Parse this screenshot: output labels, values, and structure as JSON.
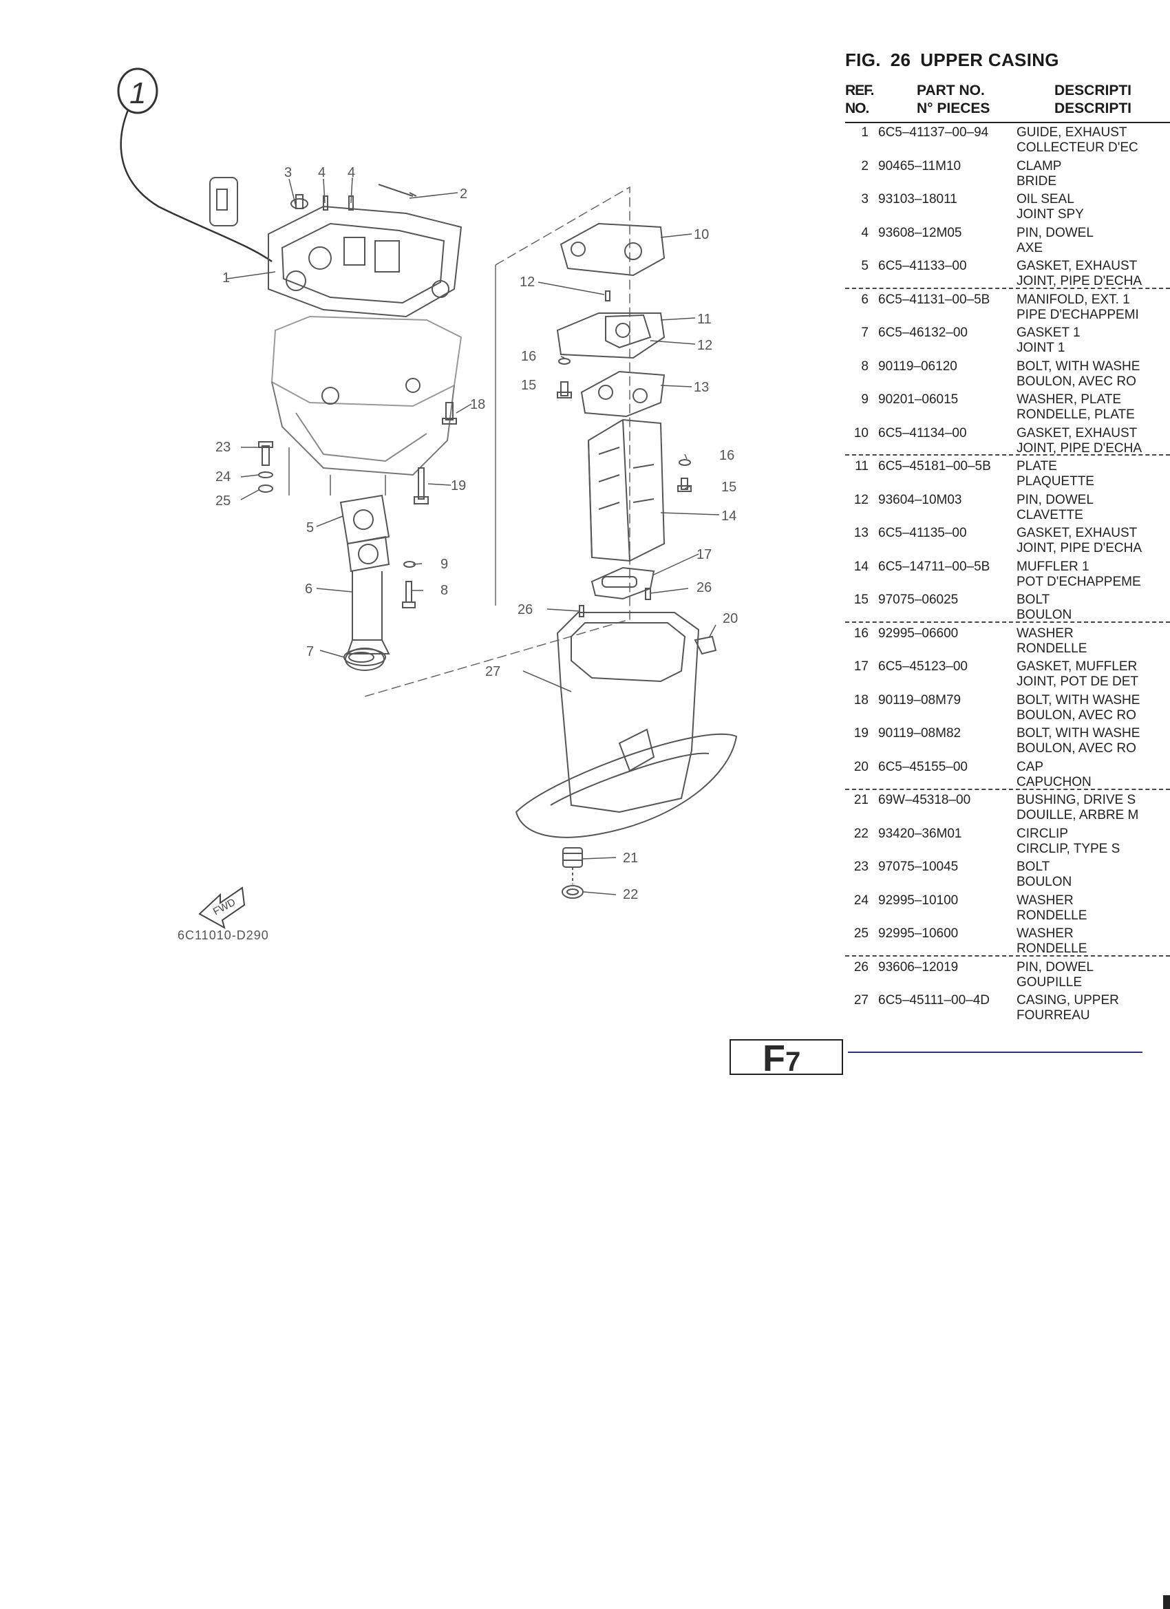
{
  "figure": {
    "fig_label": "FIG.",
    "fig_number": "26",
    "title": "UPPER CASING"
  },
  "headers": {
    "ref_line1": "REF.",
    "ref_line2": "NO.",
    "part_line1": "PART NO.",
    "part_line2": "N° PIECES",
    "desc_line1": "DESCRIPTI",
    "desc_line2": "DESCRIPTI"
  },
  "rows": [
    {
      "ref": "1",
      "part": "6C5–41137–00–94",
      "desc_en": "GUIDE, EXHAUST",
      "desc_fr": "COLLECTEUR D'EC"
    },
    {
      "ref": "2",
      "part": "90465–11M10",
      "desc_en": "CLAMP",
      "desc_fr": "BRIDE"
    },
    {
      "ref": "3",
      "part": "93103–18011",
      "desc_en": "OIL SEAL",
      "desc_fr": "JOINT SPY"
    },
    {
      "ref": "4",
      "part": "93608–12M05",
      "desc_en": "PIN, DOWEL",
      "desc_fr": "AXE"
    },
    {
      "ref": "5",
      "part": "6C5–41133–00",
      "desc_en": "GASKET, EXHAUST",
      "desc_fr": "JOINT, PIPE D'ECHA"
    },
    {
      "ref": "6",
      "part": "6C5–41131–00–5B",
      "desc_en": "MANIFOLD, EXT. 1",
      "desc_fr": "PIPE D'ECHAPPEMI"
    },
    {
      "ref": "7",
      "part": "6C5–46132–00",
      "desc_en": "GASKET 1",
      "desc_fr": "JOINT 1"
    },
    {
      "ref": "8",
      "part": "90119–06120",
      "desc_en": "BOLT, WITH WASHE",
      "desc_fr": "BOULON, AVEC RO"
    },
    {
      "ref": "9",
      "part": "90201–06015",
      "desc_en": "WASHER, PLATE",
      "desc_fr": "RONDELLE, PLATE"
    },
    {
      "ref": "10",
      "part": "6C5–41134–00",
      "desc_en": "GASKET, EXHAUST",
      "desc_fr": "JOINT, PIPE D'ECHA"
    },
    {
      "ref": "11",
      "part": "6C5–45181–00–5B",
      "desc_en": "PLATE",
      "desc_fr": "PLAQUETTE"
    },
    {
      "ref": "12",
      "part": "93604–10M03",
      "desc_en": "PIN, DOWEL",
      "desc_fr": "CLAVETTE"
    },
    {
      "ref": "13",
      "part": "6C5–41135–00",
      "desc_en": "GASKET, EXHAUST",
      "desc_fr": "JOINT, PIPE D'ECHA"
    },
    {
      "ref": "14",
      "part": "6C5–14711–00–5B",
      "desc_en": "MUFFLER 1",
      "desc_fr": "POT D'ECHAPPEME"
    },
    {
      "ref": "15",
      "part": "97075–06025",
      "desc_en": "BOLT",
      "desc_fr": "BOULON"
    },
    {
      "ref": "16",
      "part": "92995–06600",
      "desc_en": "WASHER",
      "desc_fr": "RONDELLE"
    },
    {
      "ref": "17",
      "part": "6C5–45123–00",
      "desc_en": "GASKET, MUFFLER",
      "desc_fr": "JOINT, POT DE DET"
    },
    {
      "ref": "18",
      "part": "90119–08M79",
      "desc_en": "BOLT, WITH WASHE",
      "desc_fr": "BOULON, AVEC RO"
    },
    {
      "ref": "19",
      "part": "90119–08M82",
      "desc_en": "BOLT, WITH WASHE",
      "desc_fr": "BOULON, AVEC RO"
    },
    {
      "ref": "20",
      "part": "6C5–45155–00",
      "desc_en": "CAP",
      "desc_fr": "CAPUCHON"
    },
    {
      "ref": "21",
      "part": "69W–45318–00",
      "desc_en": "BUSHING, DRIVE S",
      "desc_fr": "DOUILLE, ARBRE M"
    },
    {
      "ref": "22",
      "part": "93420–36M01",
      "desc_en": "CIRCLIP",
      "desc_fr": "CIRCLIP, TYPE S"
    },
    {
      "ref": "23",
      "part": "97075–10045",
      "desc_en": "BOLT",
      "desc_fr": "BOULON"
    },
    {
      "ref": "24",
      "part": "92995–10100",
      "desc_en": "WASHER",
      "desc_fr": "RONDELLE"
    },
    {
      "ref": "25",
      "part": "92995–10600",
      "desc_en": "WASHER",
      "desc_fr": "RONDELLE"
    },
    {
      "ref": "26",
      "part": "93606–12019",
      "desc_en": "PIN, DOWEL",
      "desc_fr": "GOUPILLE"
    },
    {
      "ref": "27",
      "part": "6C5–45111–00–4D",
      "desc_en": "CASING, UPPER",
      "desc_fr": "FOURREAU"
    }
  ],
  "diagram": {
    "handwritten_mark": "1",
    "code": "6C11010-D290",
    "fwd_label": "FWD",
    "callouts": [
      "1",
      "2",
      "3",
      "4",
      "4",
      "5",
      "6",
      "7",
      "8",
      "9",
      "10",
      "11",
      "12",
      "12",
      "13",
      "14",
      "15",
      "15",
      "16",
      "16",
      "17",
      "18",
      "19",
      "20",
      "21",
      "22",
      "23",
      "24",
      "25",
      "26",
      "26",
      "27"
    ]
  },
  "page": {
    "section_letter": "F",
    "section_number": "7"
  }
}
